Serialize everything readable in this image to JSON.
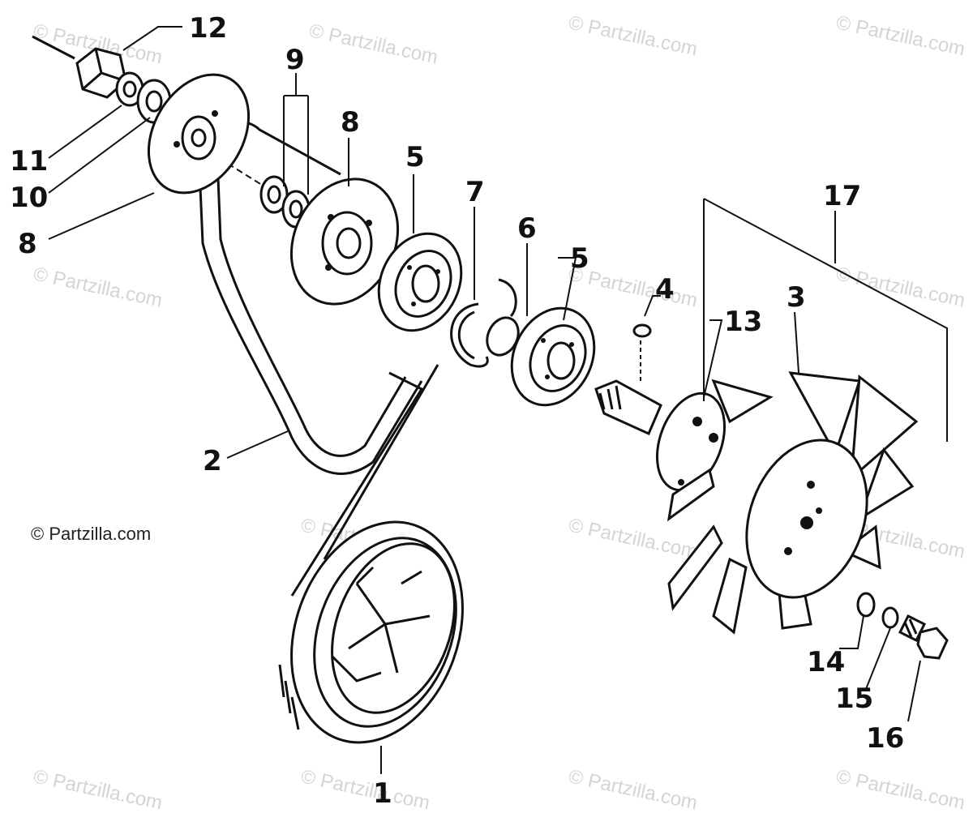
{
  "copyright": "© Partzilla.com",
  "watermark": "© Partzilla.com",
  "callouts": {
    "n1": "1",
    "n2": "2",
    "n3": "3",
    "n4": "4",
    "n5a": "5",
    "n5b": "5",
    "n6": "6",
    "n7": "7",
    "n8a": "8",
    "n8b": "8",
    "n9": "9",
    "n10": "10",
    "n11": "11",
    "n12": "12",
    "n13": "13",
    "n14": "14",
    "n15": "15",
    "n16": "16",
    "n17": "17"
  }
}
